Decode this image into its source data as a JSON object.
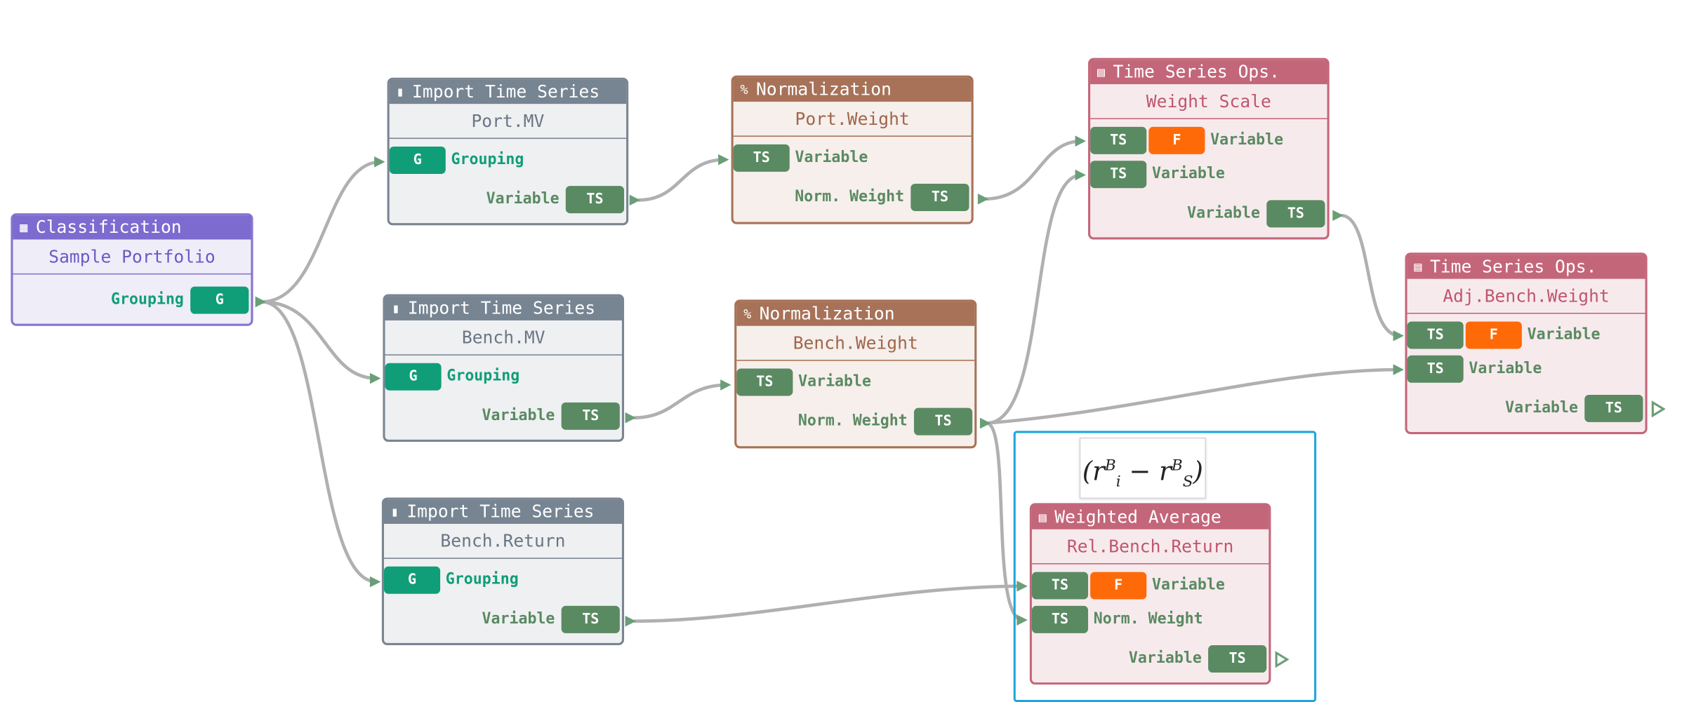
{
  "nodes": {
    "classification": {
      "title": "Classification",
      "icon": "grid-icon",
      "name": "Sample Portfolio",
      "out_label": "Grouping",
      "out_pill": "G"
    },
    "import_port": {
      "title": "Import Time Series",
      "icon": "bar-chart-icon",
      "name": "Port.MV",
      "in_pill": "G",
      "in_label": "Grouping",
      "out_label": "Variable",
      "out_pill": "TS"
    },
    "import_bench": {
      "title": "Import Time Series",
      "icon": "bar-chart-icon",
      "name": "Bench.MV",
      "in_pill": "G",
      "in_label": "Grouping",
      "out_label": "Variable",
      "out_pill": "TS"
    },
    "import_return": {
      "title": "Import Time Series",
      "icon": "bar-chart-icon",
      "name": "Bench.Return",
      "in_pill": "G",
      "in_label": "Grouping",
      "out_label": "Variable",
      "out_pill": "TS"
    },
    "norm_port": {
      "title": "Normalization",
      "icon": "percent-icon",
      "name": "Port.Weight",
      "in_pill": "TS",
      "in_label": "Variable",
      "out_label": "Norm. Weight",
      "out_pill": "TS"
    },
    "norm_bench": {
      "title": "Normalization",
      "icon": "percent-icon",
      "name": "Bench.Weight",
      "in_pill": "TS",
      "in_label": "Variable",
      "out_label": "Norm. Weight",
      "out_pill": "TS"
    },
    "tso_weight": {
      "title": "Time Series Ops.",
      "icon": "table-icon",
      "name": "Weight Scale",
      "in1_pill": "TS",
      "in1_f": "F",
      "in1_label": "Variable",
      "in2_pill": "TS",
      "in2_label": "Variable",
      "out_label": "Variable",
      "out_pill": "TS"
    },
    "tso_adj": {
      "title": "Time Series Ops.",
      "icon": "table-icon",
      "name": "Adj.Bench.Weight",
      "in1_pill": "TS",
      "in1_f": "F",
      "in1_label": "Variable",
      "in2_pill": "TS",
      "in2_label": "Variable",
      "out_label": "Variable",
      "out_pill": "TS"
    },
    "wavg": {
      "title": "Weighted Average",
      "icon": "table-icon",
      "name": "Rel.Bench.Return",
      "in1_pill": "TS",
      "in1_f": "F",
      "in1_label": "Variable",
      "in2_pill": "TS",
      "in2_label": "Norm. Weight",
      "out_label": "Variable",
      "out_pill": "TS"
    }
  },
  "formula": {
    "r1": "r",
    "sup1": "B",
    "sub1": "i",
    "minus": "−",
    "r2": "r",
    "sup2": "B",
    "sub2": "S"
  },
  "colors": {
    "link": "#b0b0b0",
    "arrow": "#6a9e78",
    "selection": "#1fa5dd"
  }
}
